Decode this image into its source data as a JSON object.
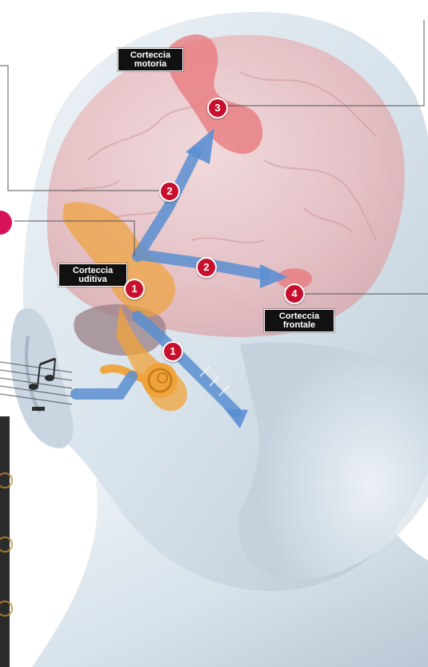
{
  "labels": {
    "motoria": [
      "Corteccia",
      "motoria"
    ],
    "uditiva": [
      "Corteccia",
      "uditiva"
    ],
    "frontale": [
      "Corteccia",
      "frontale"
    ]
  },
  "markers": {
    "m3": "3",
    "m2a": "2",
    "m2b": "2",
    "m1": "1",
    "m1b": "1",
    "m4": "4"
  },
  "colors": {
    "skin": "#d9e4ec",
    "brain": "#e9c3c6",
    "cortex_region": "#e8767a",
    "auditory_pathway": "#f0a33a",
    "arrow": "#5b8fd1",
    "marker": "#c8102e",
    "leader_line": "#555555",
    "callout_dot": "#d6135a"
  },
  "icons": {
    "music": "music-notes-icon"
  }
}
